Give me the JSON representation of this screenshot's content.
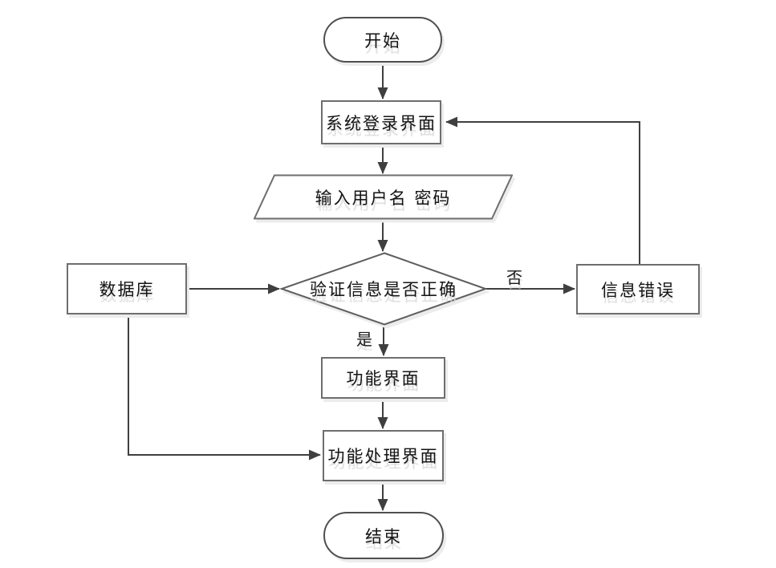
{
  "diagram": {
    "type": "flowchart",
    "colors": {
      "background": "#ffffff",
      "shape_fill": "#ffffff",
      "shape_border": "#6e6e6e",
      "terminator_border": "#4f4f4f",
      "connector": "#3f3f3f",
      "text": "#141414"
    },
    "nodes": {
      "start": {
        "label": "开始",
        "shape": "stadium"
      },
      "login": {
        "label": "系统登录界面",
        "shape": "rect"
      },
      "input": {
        "label": "输入用户名 密码",
        "shape": "parallelogram"
      },
      "verify": {
        "label": "验证信息是否正确",
        "shape": "diamond"
      },
      "database": {
        "label": "数据库",
        "shape": "rect"
      },
      "error": {
        "label": "信息错误",
        "shape": "rect"
      },
      "function": {
        "label": "功能界面",
        "shape": "rect"
      },
      "process": {
        "label": "功能处理界面",
        "shape": "rect"
      },
      "end": {
        "label": "结束",
        "shape": "stadium"
      }
    },
    "edges": [
      {
        "from": "start",
        "to": "login",
        "label": ""
      },
      {
        "from": "login",
        "to": "input",
        "label": ""
      },
      {
        "from": "input",
        "to": "verify",
        "label": ""
      },
      {
        "from": "database",
        "to": "verify",
        "label": ""
      },
      {
        "from": "verify",
        "to": "error",
        "label": "否"
      },
      {
        "from": "verify",
        "to": "function",
        "label": "是"
      },
      {
        "from": "error",
        "to": "login",
        "label": ""
      },
      {
        "from": "function",
        "to": "process",
        "label": ""
      },
      {
        "from": "database",
        "to": "process",
        "label": ""
      },
      {
        "from": "process",
        "to": "end",
        "label": ""
      }
    ]
  }
}
